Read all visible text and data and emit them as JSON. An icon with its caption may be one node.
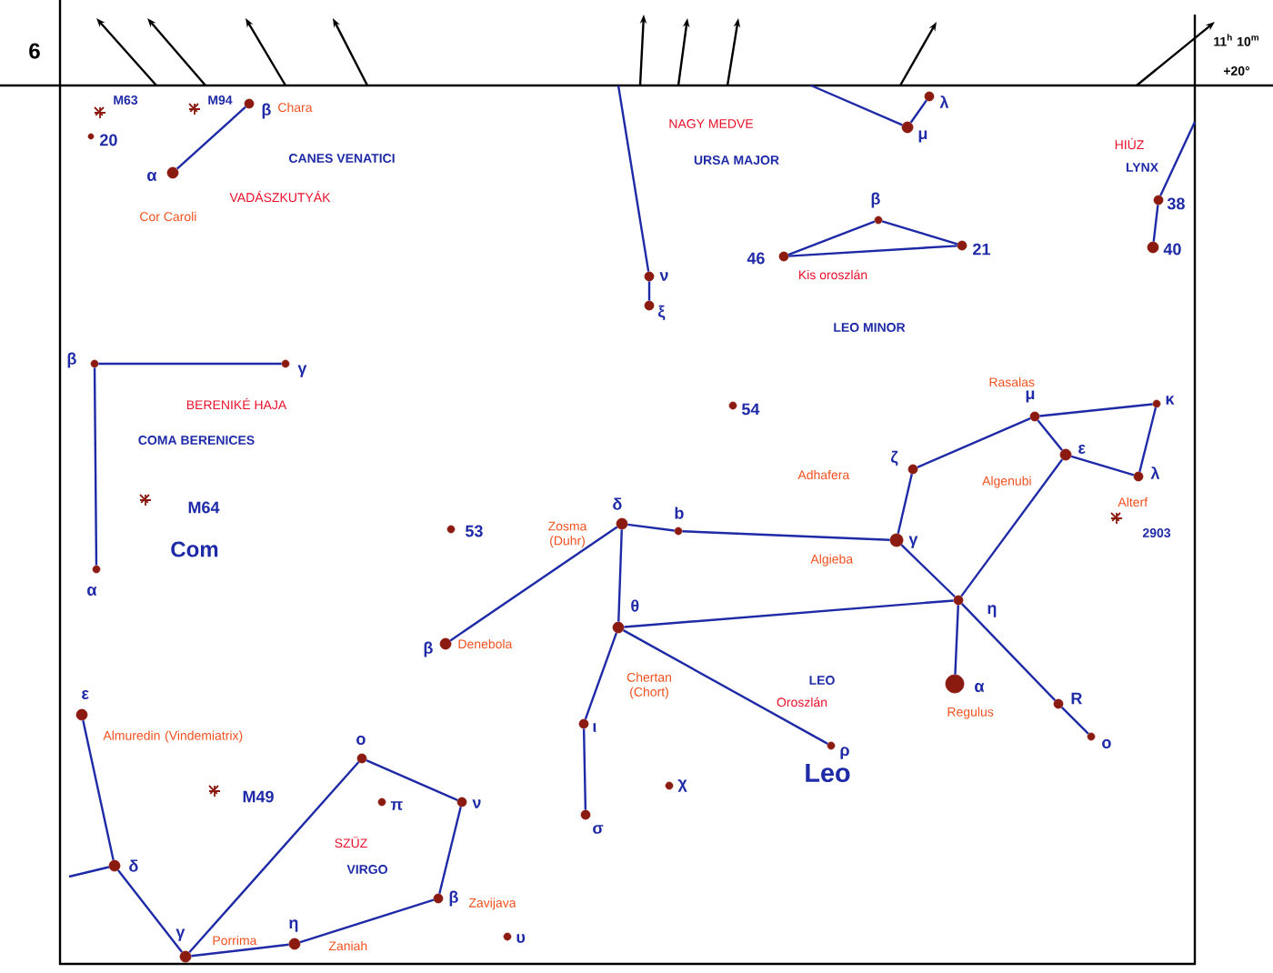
{
  "diagram": {
    "nodes": [
      {
        "text": [],
        "shape": "circle",
        "beside": [
          "β",
          "Chara"
        ]
      },
      {
        "text": [],
        "shape": "circle",
        "beside": [
          "α",
          "Cor Caroli"
        ]
      },
      {
        "text": [],
        "shape": "circle",
        "beside": [
          "20"
        ]
      },
      {
        "text": [],
        "shape": "circle",
        "beside": [
          "ν"
        ]
      },
      {
        "text": [],
        "shape": "circle",
        "beside": [
          "ξ"
        ]
      },
      {
        "text": [],
        "shape": "circle",
        "beside": [
          "λ"
        ]
      },
      {
        "text": [],
        "shape": "circle",
        "beside": [
          "μ"
        ]
      },
      {
        "text": [],
        "shape": "circle",
        "beside": [
          "β"
        ]
      },
      {
        "text": [],
        "shape": "circle",
        "beside": [
          "46"
        ]
      },
      {
        "text": [],
        "shape": "circle",
        "beside": [
          "21"
        ]
      },
      {
        "text": [],
        "shape": "circle",
        "beside": [
          "38"
        ]
      },
      {
        "text": [],
        "shape": "circle",
        "beside": [
          "40"
        ]
      },
      {
        "text": [],
        "shape": "circle",
        "beside": [
          "β"
        ]
      },
      {
        "text": [],
        "shape": "circle",
        "beside": [
          "γ"
        ]
      },
      {
        "text": [],
        "shape": "circle",
        "beside": [
          "α"
        ]
      },
      {
        "text": [],
        "shape": "circle",
        "beside": [
          "54"
        ]
      },
      {
        "text": [],
        "shape": "circle",
        "beside": [
          "ζ",
          "Adhafera"
        ]
      },
      {
        "text": [],
        "shape": "circle",
        "beside": [
          "μ",
          "Rasalas"
        ]
      },
      {
        "text": [],
        "shape": "circle",
        "beside": [
          "κ"
        ]
      },
      {
        "text": [],
        "shape": "circle",
        "beside": [
          "ε",
          "Algenubi"
        ]
      },
      {
        "text": [],
        "shape": "circle",
        "beside": [
          "λ",
          "Alterf"
        ]
      },
      {
        "text": [],
        "shape": "circle",
        "beside": [
          "53"
        ]
      },
      {
        "text": [],
        "shape": "circle",
        "beside": [
          "δ",
          "Zosma (Duhr)"
        ]
      },
      {
        "text": [],
        "shape": "circle",
        "beside": [
          "b"
        ]
      },
      {
        "text": [],
        "shape": "circle",
        "beside": [
          "γ",
          "Algieba"
        ]
      },
      {
        "text": [],
        "shape": "circle",
        "beside": [
          "η"
        ]
      },
      {
        "text": [],
        "shape": "circle",
        "beside": [
          "θ",
          "Chertan (Chort)"
        ]
      },
      {
        "text": [],
        "shape": "circle",
        "beside": [
          "β",
          "Denebola"
        ]
      },
      {
        "text": [],
        "shape": "circle",
        "beside": [
          "α",
          "Regulus"
        ]
      },
      {
        "text": [],
        "shape": "circle",
        "beside": [
          "R"
        ]
      },
      {
        "text": [],
        "shape": "circle",
        "beside": [
          "ο"
        ]
      },
      {
        "text": [],
        "shape": "circle",
        "beside": [
          "ρ"
        ]
      },
      {
        "text": [],
        "shape": "circle",
        "beside": [
          "ι"
        ]
      },
      {
        "text": [],
        "shape": "circle",
        "beside": [
          "σ"
        ]
      },
      {
        "text": [],
        "shape": "circle",
        "beside": [
          "χ"
        ]
      },
      {
        "text": [],
        "shape": "circle",
        "beside": [
          "ε",
          "Almuredin (Vindemiatrix)"
        ]
      },
      {
        "text": [],
        "shape": "circle",
        "beside": [
          "ο"
        ]
      },
      {
        "text": [],
        "shape": "circle",
        "beside": [
          "π"
        ]
      },
      {
        "text": [],
        "shape": "circle",
        "beside": [
          "ν"
        ]
      },
      {
        "text": [],
        "shape": "circle",
        "beside": [
          "δ"
        ]
      },
      {
        "text": [],
        "shape": "circle",
        "beside": [
          "β",
          "Zavijava"
        ]
      },
      {
        "text": [],
        "shape": "circle",
        "beside": [
          "γ",
          "Porrima"
        ]
      },
      {
        "text": [],
        "shape": "circle",
        "beside": [
          "η",
          "Zaniah"
        ]
      },
      {
        "text": [],
        "shape": "circle",
        "beside": [
          "υ"
        ]
      }
    ],
    "edges": [
      {
        "from": 0,
        "to": 1,
        "arrow": "none"
      },
      {
        "from": null,
        "to": 3,
        "arrow": "none"
      },
      {
        "from": 3,
        "to": 4,
        "arrow": "none"
      },
      {
        "from": null,
        "to": 6,
        "arrow": "none"
      },
      {
        "from": 5,
        "to": 6,
        "arrow": "none"
      },
      {
        "from": 8,
        "to": 7,
        "arrow": "none"
      },
      {
        "from": 7,
        "to": 9,
        "arrow": "none"
      },
      {
        "from": 8,
        "to": 9,
        "arrow": "none"
      },
      {
        "from": null,
        "to": 10,
        "arrow": "none"
      },
      {
        "from": 10,
        "to": 11,
        "arrow": "none"
      },
      {
        "from": 12,
        "to": 13,
        "arrow": "none"
      },
      {
        "from": 12,
        "to": 14,
        "arrow": "none"
      },
      {
        "from": 22,
        "to": 23,
        "arrow": "none"
      },
      {
        "from": 23,
        "to": 24,
        "arrow": "none"
      },
      {
        "from": 24,
        "to": 16,
        "arrow": "none"
      },
      {
        "from": 16,
        "to": 17,
        "arrow": "none"
      },
      {
        "from": 17,
        "to": 18,
        "arrow": "none"
      },
      {
        "from": 18,
        "to": 20,
        "arrow": "none"
      },
      {
        "from": 20,
        "to": 19,
        "arrow": "none"
      },
      {
        "from": 19,
        "to": 17,
        "arrow": "none"
      },
      {
        "from": 19,
        "to": 25,
        "arrow": "none"
      },
      {
        "from": 24,
        "to": 25,
        "arrow": "none"
      },
      {
        "from": 25,
        "to": 26,
        "arrow": "none"
      },
      {
        "from": 26,
        "to": 22,
        "arrow": "none"
      },
      {
        "from": 22,
        "to": 27,
        "arrow": "none"
      },
      {
        "from": 26,
        "to": 31,
        "arrow": "none"
      },
      {
        "from": 25,
        "to": 28,
        "arrow": "none"
      },
      {
        "from": 25,
        "to": 29,
        "arrow": "none"
      },
      {
        "from": 29,
        "to": 30,
        "arrow": "none"
      },
      {
        "from": 26,
        "to": 32,
        "arrow": "none"
      },
      {
        "from": 32,
        "to": 33,
        "arrow": "none"
      },
      {
        "from": 35,
        "to": 39,
        "arrow": "none"
      },
      {
        "from": null,
        "to": 39,
        "arrow": "none"
      },
      {
        "from": 39,
        "to": 41,
        "arrow": "none"
      },
      {
        "from": 41,
        "to": 36,
        "arrow": "none"
      },
      {
        "from": 36,
        "to": 38,
        "arrow": "none"
      },
      {
        "from": 38,
        "to": 40,
        "arrow": "none"
      },
      {
        "from": 40,
        "to": 42,
        "arrow": "none"
      },
      {
        "from": 42,
        "to": 41,
        "arrow": "none"
      }
    ],
    "labels": [
      "6",
      "11$^{h}$ 10$^{m}$",
      "+20°",
      "M63",
      "M94",
      "CANES VENATICI",
      "VADÁSZKUTYÁK",
      "NAGY MEDVE",
      "URSA MAJOR",
      "Kis oroszlán",
      "LEO MINOR",
      "HIÚZ",
      "LYNX",
      "BERENIKÉ HAJA",
      "COMA BERENICES",
      "M64",
      "Com",
      "2903",
      "LEO",
      "Oroszlán",
      "Leo",
      "M49",
      "SZŰZ",
      "VIRGO"
    ]
  }
}
